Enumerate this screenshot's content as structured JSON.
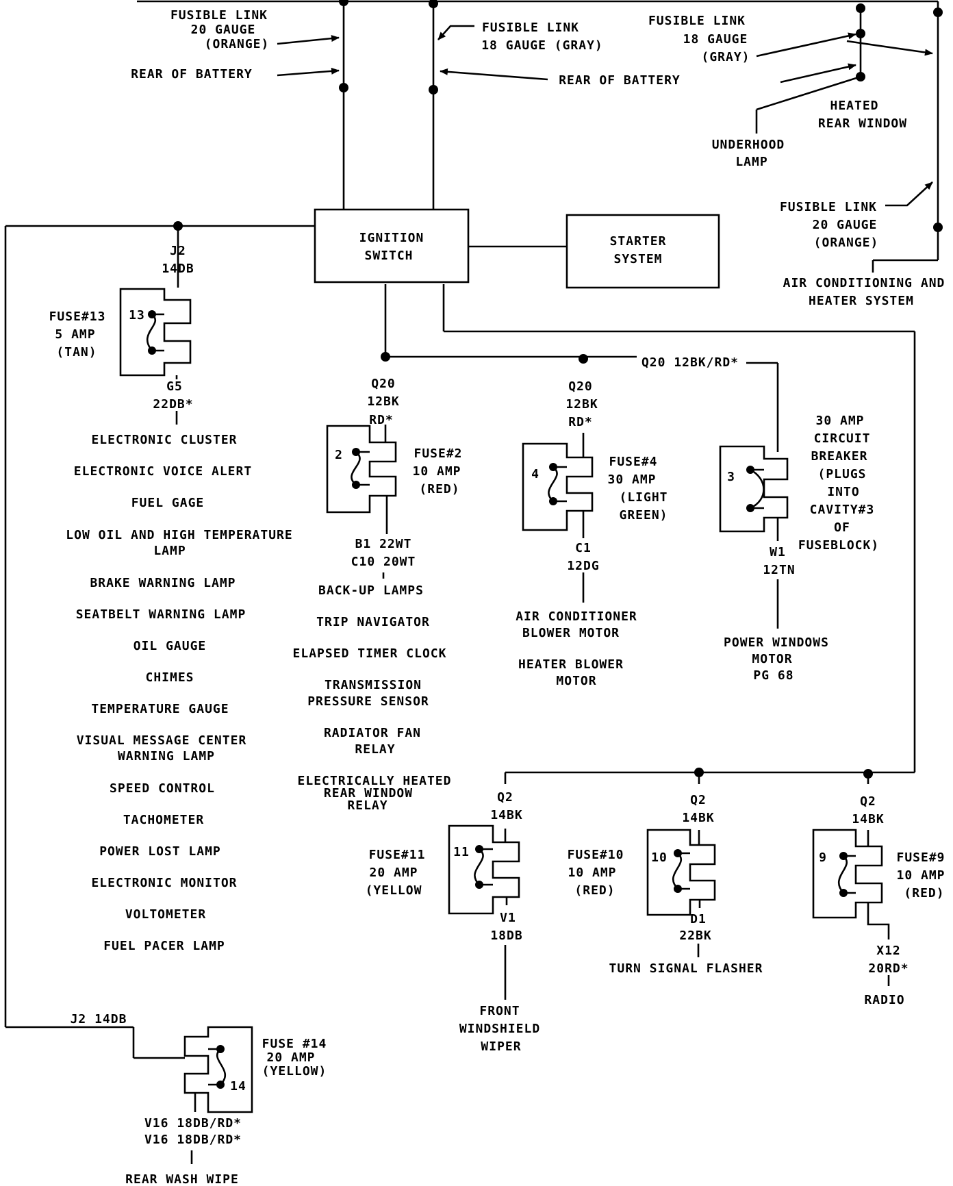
{
  "top_left_link": {
    "line1": "FUSIBLE LINK",
    "line2": "20 GAUGE",
    "line3": "(ORANGE)"
  },
  "top_mid_link": {
    "line1": "FUSIBLE LINK",
    "line2": "18 GAUGE (GRAY)"
  },
  "top_right_link": {
    "line1": "FUSIBLE LINK",
    "line2": "18 GAUGE",
    "line3": "(GRAY)"
  },
  "rear_battery_left": "REAR OF BATTERY",
  "rear_battery_right": "REAR OF BATTERY",
  "heated_rear_window": {
    "line1": "HEATED",
    "line2": "REAR WINDOW"
  },
  "underhood_lamp": {
    "line1": "UNDERHOOD",
    "line2": "LAMP"
  },
  "ac_link": {
    "line1": "FUSIBLE LINK",
    "line2": "20 GAUGE",
    "line3": "(ORANGE)"
  },
  "ac_system": {
    "line1": "AIR CONDITIONING AND",
    "line2": "HEATER SYSTEM"
  },
  "ignition_switch": {
    "line1": "IGNITION",
    "line2": "SWITCH"
  },
  "starter_system": {
    "line1": "STARTER",
    "line2": "SYSTEM"
  },
  "bus_label": "Q20 12BK/RD*",
  "fuse13": {
    "in_wire": {
      "line1": "J2",
      "line2": "14DB"
    },
    "cavity": "13",
    "label": {
      "line1": "FUSE#13",
      "line2": "5 AMP",
      "line3": "(TAN)"
    },
    "out_wire": {
      "line1": "G5",
      "line2": "22DB*"
    },
    "loads": [
      "ELECTRONIC CLUSTER",
      "ELECTRONIC VOICE ALERT",
      "FUEL GAGE",
      "LOW OIL AND HIGH TEMPERATURE",
      "LAMP",
      "BRAKE WARNING LAMP",
      "SEATBELT WARNING LAMP",
      "OIL GAUGE",
      "CHIMES",
      "TEMPERATURE GAUGE",
      "VISUAL MESSAGE CENTER",
      "WARNING LAMP",
      "SPEED CONTROL",
      "TACHOMETER",
      "POWER LOST LAMP",
      "ELECTRONIC MONITOR",
      "VOLTOMETER",
      "FUEL PACER LAMP"
    ]
  },
  "fuse2": {
    "in_wire": {
      "line1": "Q20",
      "line2": "12BK",
      "line3": "RD*"
    },
    "cavity": "2",
    "label": {
      "line1": "FUSE#2",
      "line2": "10 AMP",
      "line3": "(RED)"
    },
    "out_wire": {
      "line1": "B1 22WT",
      "line2": "C10 20WT"
    },
    "loads": [
      "BACK-UP LAMPS",
      "TRIP NAVIGATOR",
      "ELAPSED TIMER CLOCK",
      "TRANSMISSION",
      "PRESSURE SENSOR",
      "RADIATOR FAN",
      "RELAY",
      "ELECTRICALLY HEATED",
      "REAR WINDOW",
      "RELAY"
    ]
  },
  "fuse4": {
    "in_wire": {
      "line1": "Q20",
      "line2": "12BK",
      "line3": "RD*"
    },
    "cavity": "4",
    "label": {
      "line1": "FUSE#4",
      "line2": "30 AMP",
      "line3": "(LIGHT",
      "line4": "GREEN)"
    },
    "out_wire": {
      "line1": "C1",
      "line2": "12DG"
    },
    "loads": [
      "AIR CONDITIONER",
      "BLOWER MOTOR",
      "HEATER BLOWER",
      "MOTOR"
    ]
  },
  "breaker3": {
    "cavity": "3",
    "label": [
      "30 AMP",
      "CIRCUIT",
      "BREAKER",
      "(PLUGS",
      "INTO",
      "CAVITY#3",
      "OF",
      "FUSEBLOCK)"
    ],
    "out_wire": {
      "line1": "W1",
      "line2": "12TN"
    },
    "loads": [
      "POWER WINDOWS",
      "MOTOR",
      "PG 68"
    ]
  },
  "fuse11": {
    "in_wire": {
      "line1": "Q2",
      "line2": "14BK"
    },
    "cavity": "11",
    "label": {
      "line1": "FUSE#11",
      "line2": "20 AMP",
      "line3": "(YELLOW"
    },
    "out_wire": {
      "line1": "V1",
      "line2": "18DB"
    },
    "loads": [
      "FRONT",
      "WINDSHIELD",
      "WIPER"
    ]
  },
  "fuse10": {
    "in_wire": {
      "line1": "Q2",
      "line2": "14BK"
    },
    "cavity": "10",
    "label": {
      "line1": "FUSE#10",
      "line2": "10 AMP",
      "line3": "(RED)"
    },
    "out_wire": {
      "line1": "D1",
      "line2": "22BK"
    },
    "loads": [
      "TURN SIGNAL FLASHER"
    ]
  },
  "fuse9": {
    "in_wire": {
      "line1": "Q2",
      "line2": "14BK"
    },
    "cavity": "9",
    "label": {
      "line1": "FUSE#9",
      "line2": "10 AMP",
      "line3": "(RED)"
    },
    "out_wire": {
      "line1": "X12",
      "line2": "20RD*"
    },
    "loads": [
      "RADIO"
    ]
  },
  "fuse14": {
    "in_wire": "J2 14DB",
    "cavity": "14",
    "label": {
      "line1": "FUSE #14",
      "line2": "20 AMP",
      "line3": "(YELLOW)"
    },
    "out_wire": {
      "line1": "V16 18DB/RD*",
      "line2": "V16 18DB/RD*"
    },
    "loads": [
      "REAR WASH WIPE"
    ]
  }
}
